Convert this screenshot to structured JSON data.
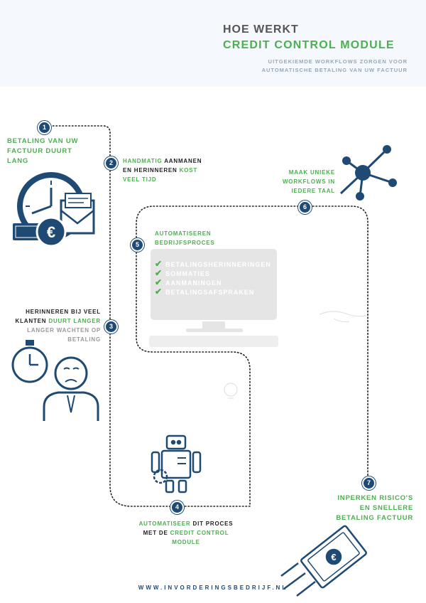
{
  "header": {
    "title": "HOE WERKT",
    "subtitle": "CREDIT CONTROL MODULE",
    "description_line1": "UITGEKIEMDE WORKFLOWS ZORGEN VOOR",
    "description_line2": "AUTOMATISCHE BETALING VAN UW FACTUUR"
  },
  "steps": {
    "s1": {
      "number": "1",
      "line1": "BETALING VAN UW",
      "line2": "FACTUUR DUURT",
      "line3": "LANG"
    },
    "s2": {
      "number": "2",
      "word1": "HANDMATIG",
      "word2": " AANMANEN",
      "line2a": "EN HERINNEREN ",
      "word3": "KOST",
      "line3": "VEEL TIJD"
    },
    "s3": {
      "number": "3",
      "line1": "HERINNEREN BIJ VEEL",
      "line2a": "KLANTEN ",
      "word2": "DUURT LANGER",
      "line3": "LANGER WACHTEN OP",
      "line4": "BETALING"
    },
    "s4": {
      "number": "4",
      "word1": "AUTOMATISEER",
      "word1b": " DIT PROCES",
      "line2a": "MET DE ",
      "word2": "CREDIT CONTROL",
      "line3": "MODULE"
    },
    "s5": {
      "number": "5",
      "line1": "AUTOMATISEREN",
      "line2": "BEDRIJFSPROCES"
    },
    "s6": {
      "number": "6",
      "line1": "MAAK UNIEKE",
      "line2": "WORKFLOWS IN",
      "line3": "IEDERE TAAL"
    },
    "s7": {
      "number": "7",
      "line1": "INPERKEN RISICO'S",
      "line2": "EN SNELLERE",
      "line3": "BETALING FACTUUR"
    }
  },
  "checklist": [
    "BETALINGSHERINNERINGEN",
    "SOMMATIES",
    "AANMANINGEN",
    "BETALINGSAFSPRAKEN"
  ],
  "footer": {
    "url": "WWW.INVORDERINGSBEDRIJF.NL"
  },
  "colors": {
    "navy": "#1e4a73",
    "green": "#4caf50",
    "grey": "#999999",
    "monitor": "#e5e5e5"
  }
}
